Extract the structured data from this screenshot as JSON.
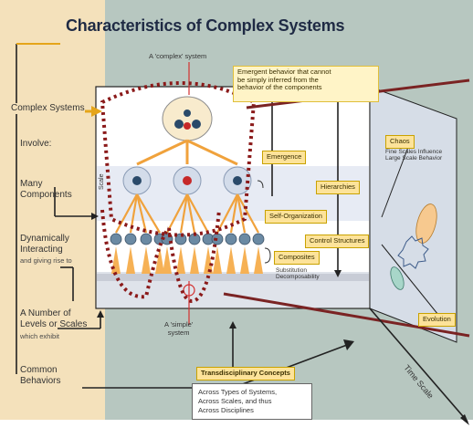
{
  "title": "Characteristics of Complex Systems",
  "left_labels": {
    "complex_systems": "Complex Systems",
    "involve": "Involve:",
    "many_components": "Many\nComponents",
    "dynamically_interacting": "Dynamically\nInteracting",
    "and_giving_rise_to": "and giving rise to",
    "levels_of_scales": "A Number of\nLevels or Scales",
    "which_exhibit": "which exhibit",
    "common_behaviors": "Common\nBehaviors"
  },
  "callouts": {
    "complex_system": "A 'complex' system",
    "simple_system": "A 'simple'\nsystem",
    "emergent_behavior": "Emergent behavior that cannot\nbe simply inferred from the\nbehavior of the components"
  },
  "concept_boxes": {
    "emergence": "Emergence",
    "hierarchies": "Hierarchies",
    "self_organization": "Self-Organization",
    "control_structures": "Control Structures",
    "composites": "Composites",
    "chaos": "Chaos",
    "evolution": "Evolution",
    "transdisciplinary": "Transdisciplinary Concepts"
  },
  "chaos_detail": "Fine Scales Influence\nLarge Scale Behavior",
  "composites_detail": "Substitution\nDecomposability",
  "across_text": "Across Types of Systems,\nAcross Scales, and thus\nAcross Disciplines",
  "time_scale": "Time Scale",
  "scale_label": "Scale",
  "colors": {
    "tan": "#f4e1bb",
    "teal": "#b7c7c0",
    "dotted_outline": "#8b1a1a",
    "leader_line": "#7a2323",
    "box_yellow": "#fde39a",
    "title": "#1f2a44"
  }
}
